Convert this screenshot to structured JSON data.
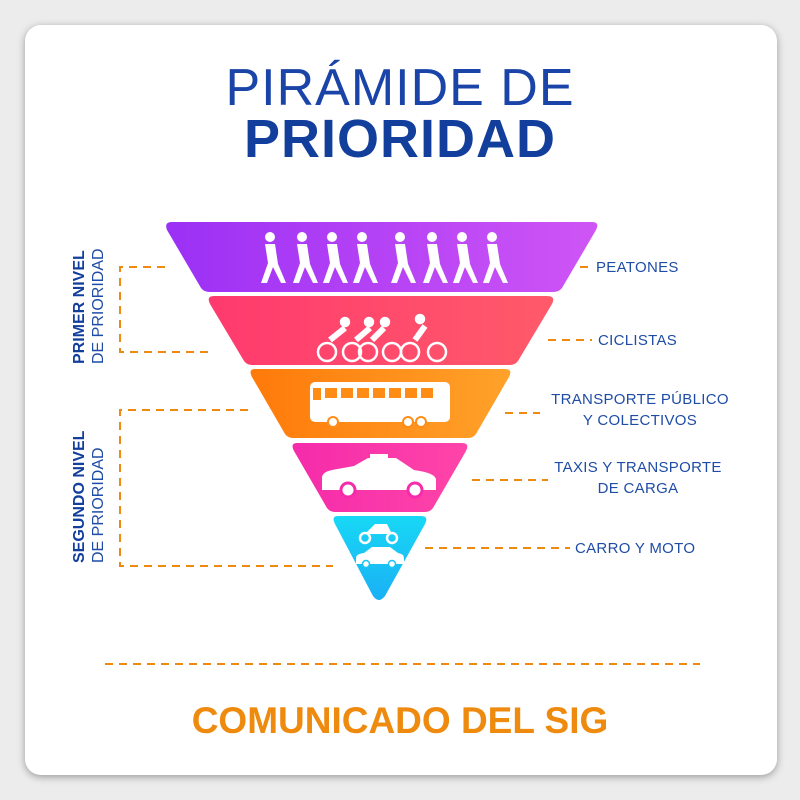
{
  "title": {
    "line1": "PIRÁMIDE DE",
    "line2": "PRIORIDAD"
  },
  "levels": [
    {
      "bold": "PRIMER NIVEL",
      "light": "DE PRIORIDAD"
    },
    {
      "bold": "SEGUNDO NIVEL",
      "light": "DE PRIORIDAD"
    }
  ],
  "tiers": [
    {
      "label": "PEATONES",
      "icon": "pedestrians-icon",
      "color_from": "#9b30f5",
      "color_to": "#cf55f5"
    },
    {
      "label": "CICLISTAS",
      "icon": "cyclists-icon",
      "color_from": "#ff3a6e",
      "color_to": "#ff5a6a"
    },
    {
      "label_1": "TRANSPORTE PÚBLICO",
      "label_2": "Y COLECTIVOS",
      "icon": "bus-icon",
      "color_from": "#ff7a0a",
      "color_to": "#ffa22a"
    },
    {
      "label_1": "TAXIS Y TRANSPORTE",
      "label_2": "DE CARGA",
      "icon": "taxi-icon",
      "color_from": "#f52bab",
      "color_to": "#ff45a8"
    },
    {
      "label": "CARRO Y MOTO",
      "icon": "car-moto-icon",
      "color_from": "#18d8f5",
      "color_to": "#1ab0f5"
    }
  ],
  "footer": "COMUNICADO DEL SIG",
  "colors": {
    "title": "#1a44a8",
    "accent": "#ee8a0e",
    "dash": "#ee8a0e"
  }
}
